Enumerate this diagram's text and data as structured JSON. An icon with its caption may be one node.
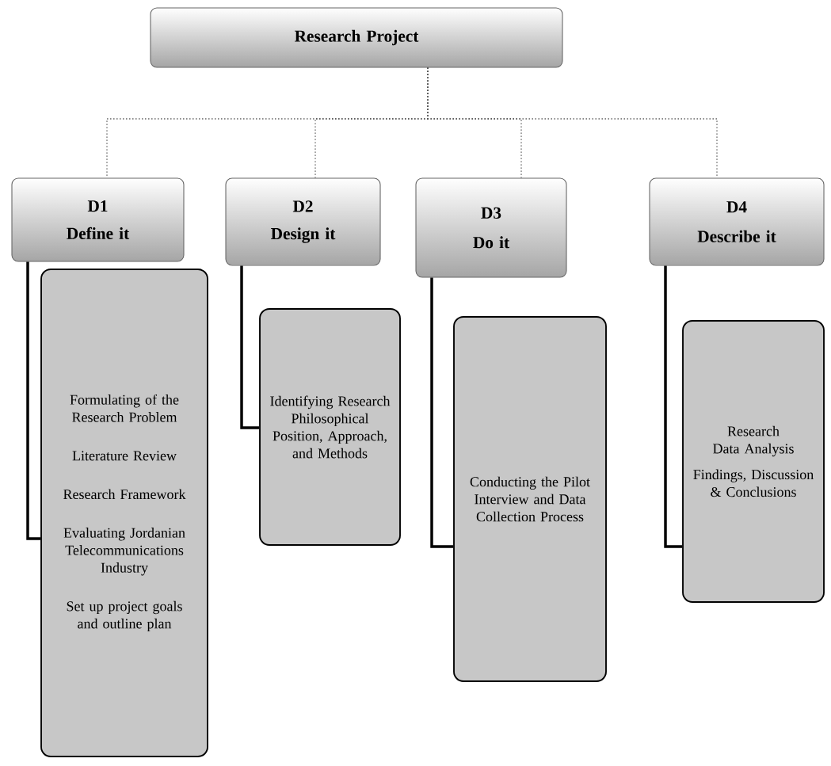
{
  "diagram": {
    "nodes": [
      {
        "text": [
          "Research Project"
        ]
      },
      {
        "text": [
          "D1",
          "Define it"
        ]
      },
      {
        "text": [
          "D2",
          "Design it"
        ]
      },
      {
        "text": [
          "D3",
          "Do it"
        ]
      },
      {
        "text": [
          "D4",
          "Describe  it"
        ]
      },
      {
        "text": [
          "Formulating of the Research Problem",
          "Literature Review",
          "Research Framework",
          "Evaluating Jordanian Telecommunications Industry",
          "Set up project goals and outline plan"
        ]
      },
      {
        "text": [
          "Identifying Research Philosophical Position, Approach, and Methods"
        ]
      },
      {
        "text": [
          "Conducting the Pilot Interview and Data Collection Process"
        ]
      },
      {
        "text": [
          "Research Data Analysis",
          "Findings, Discussion & Conclusions"
        ]
      }
    ],
    "edges": [
      {
        "from": 0,
        "to": 1,
        "arrow": "none",
        "style": "dashed"
      },
      {
        "from": 0,
        "to": 2,
        "arrow": "none",
        "style": "dashed"
      },
      {
        "from": 0,
        "to": 3,
        "arrow": "none",
        "style": "dashed"
      },
      {
        "from": 0,
        "to": 4,
        "arrow": "none",
        "style": "dashed"
      },
      {
        "from": 1,
        "to": 5,
        "arrow": "none",
        "style": "thick"
      },
      {
        "from": 2,
        "to": 6,
        "arrow": "none",
        "style": "thick"
      },
      {
        "from": 3,
        "to": 7,
        "arrow": "none",
        "style": "thick"
      },
      {
        "from": 4,
        "to": 8,
        "arrow": "none",
        "style": "thick"
      }
    ]
  }
}
